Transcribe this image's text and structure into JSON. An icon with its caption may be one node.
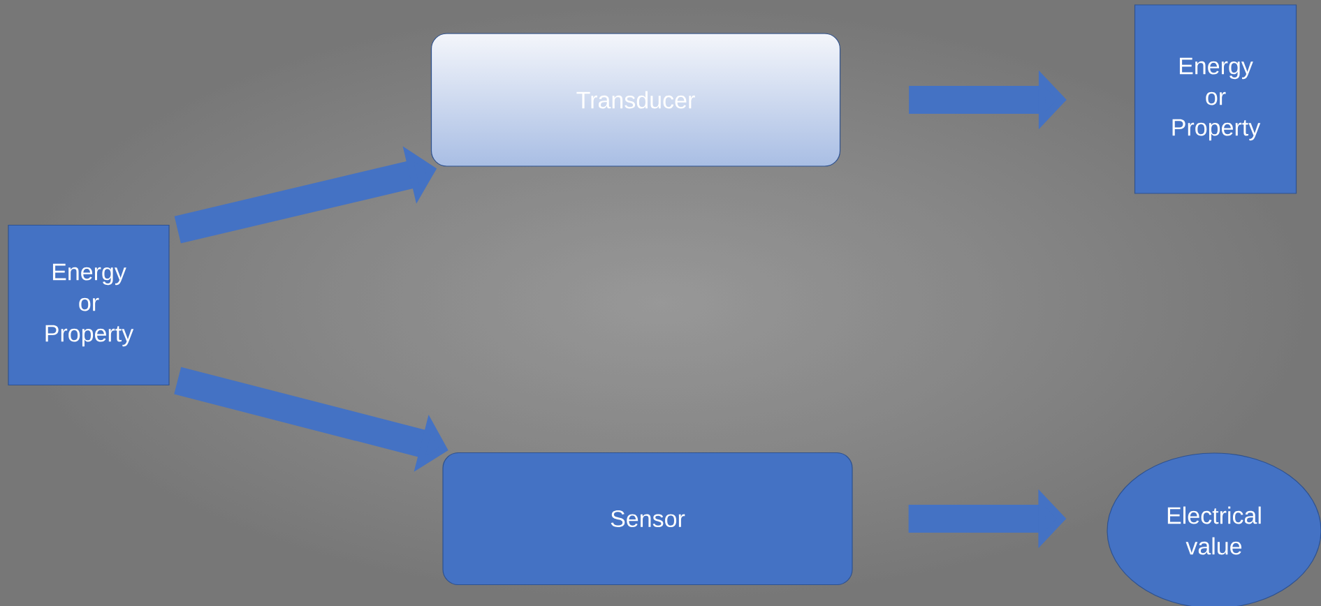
{
  "diagram": {
    "nodes": [
      {
        "text": [
          "Energy or Property"
        ]
      },
      {
        "text": [
          "Transducer"
        ]
      },
      {
        "text": [
          "Energy or Property"
        ]
      },
      {
        "text": [
          "Sensor"
        ]
      },
      {
        "text": [
          "Electrical value"
        ]
      }
    ],
    "edges": [
      {
        "from": 0,
        "to": 1,
        "arrow": "to"
      },
      {
        "from": 1,
        "to": 2,
        "arrow": "to"
      },
      {
        "from": 0,
        "to": 3,
        "arrow": "to"
      },
      {
        "from": 3,
        "to": 4,
        "arrow": "to"
      }
    ]
  }
}
